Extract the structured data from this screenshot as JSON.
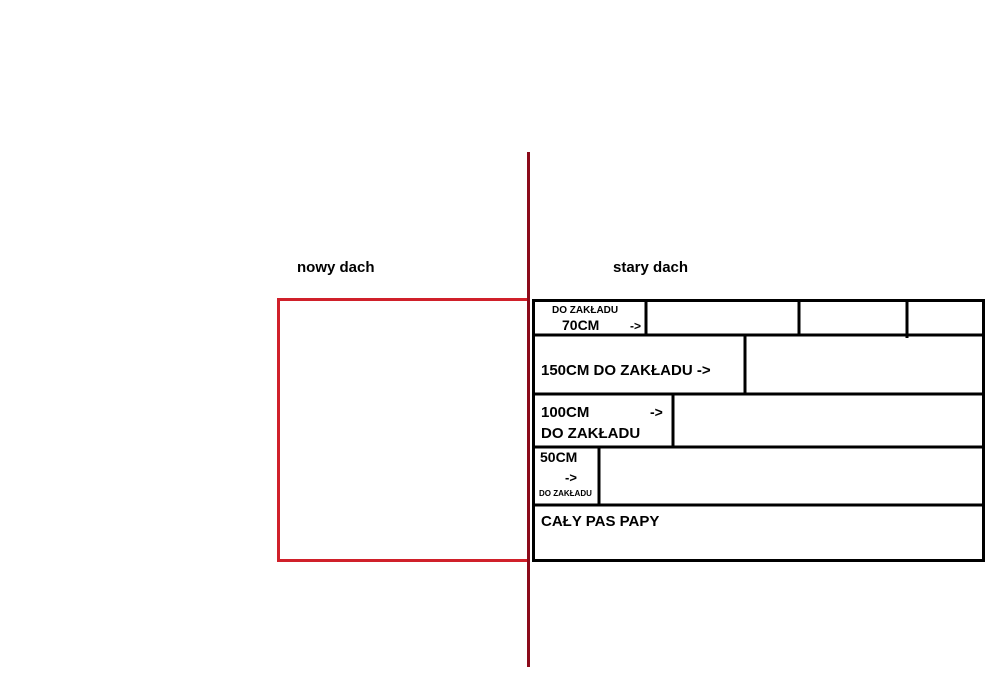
{
  "labels": {
    "new_roof": "nowy dach",
    "old_roof": "stary dach"
  },
  "rows": [
    {
      "line1": "DO ZAKŁADU",
      "line2": "70CM",
      "arrow": "->"
    },
    {
      "text": "150CM DO ZAKŁADU ->"
    },
    {
      "line1": "100CM",
      "arrow": "->",
      "line2": "DO ZAKŁADU"
    },
    {
      "line1": "50CM",
      "arrow": "->",
      "line2": "DO ZAKŁADU"
    },
    {
      "text": "CAŁY PAS PAPY"
    }
  ],
  "colors": {
    "divider": "#8b0a1a",
    "new_roof_box": "#d0202a",
    "lines": "#000000"
  }
}
